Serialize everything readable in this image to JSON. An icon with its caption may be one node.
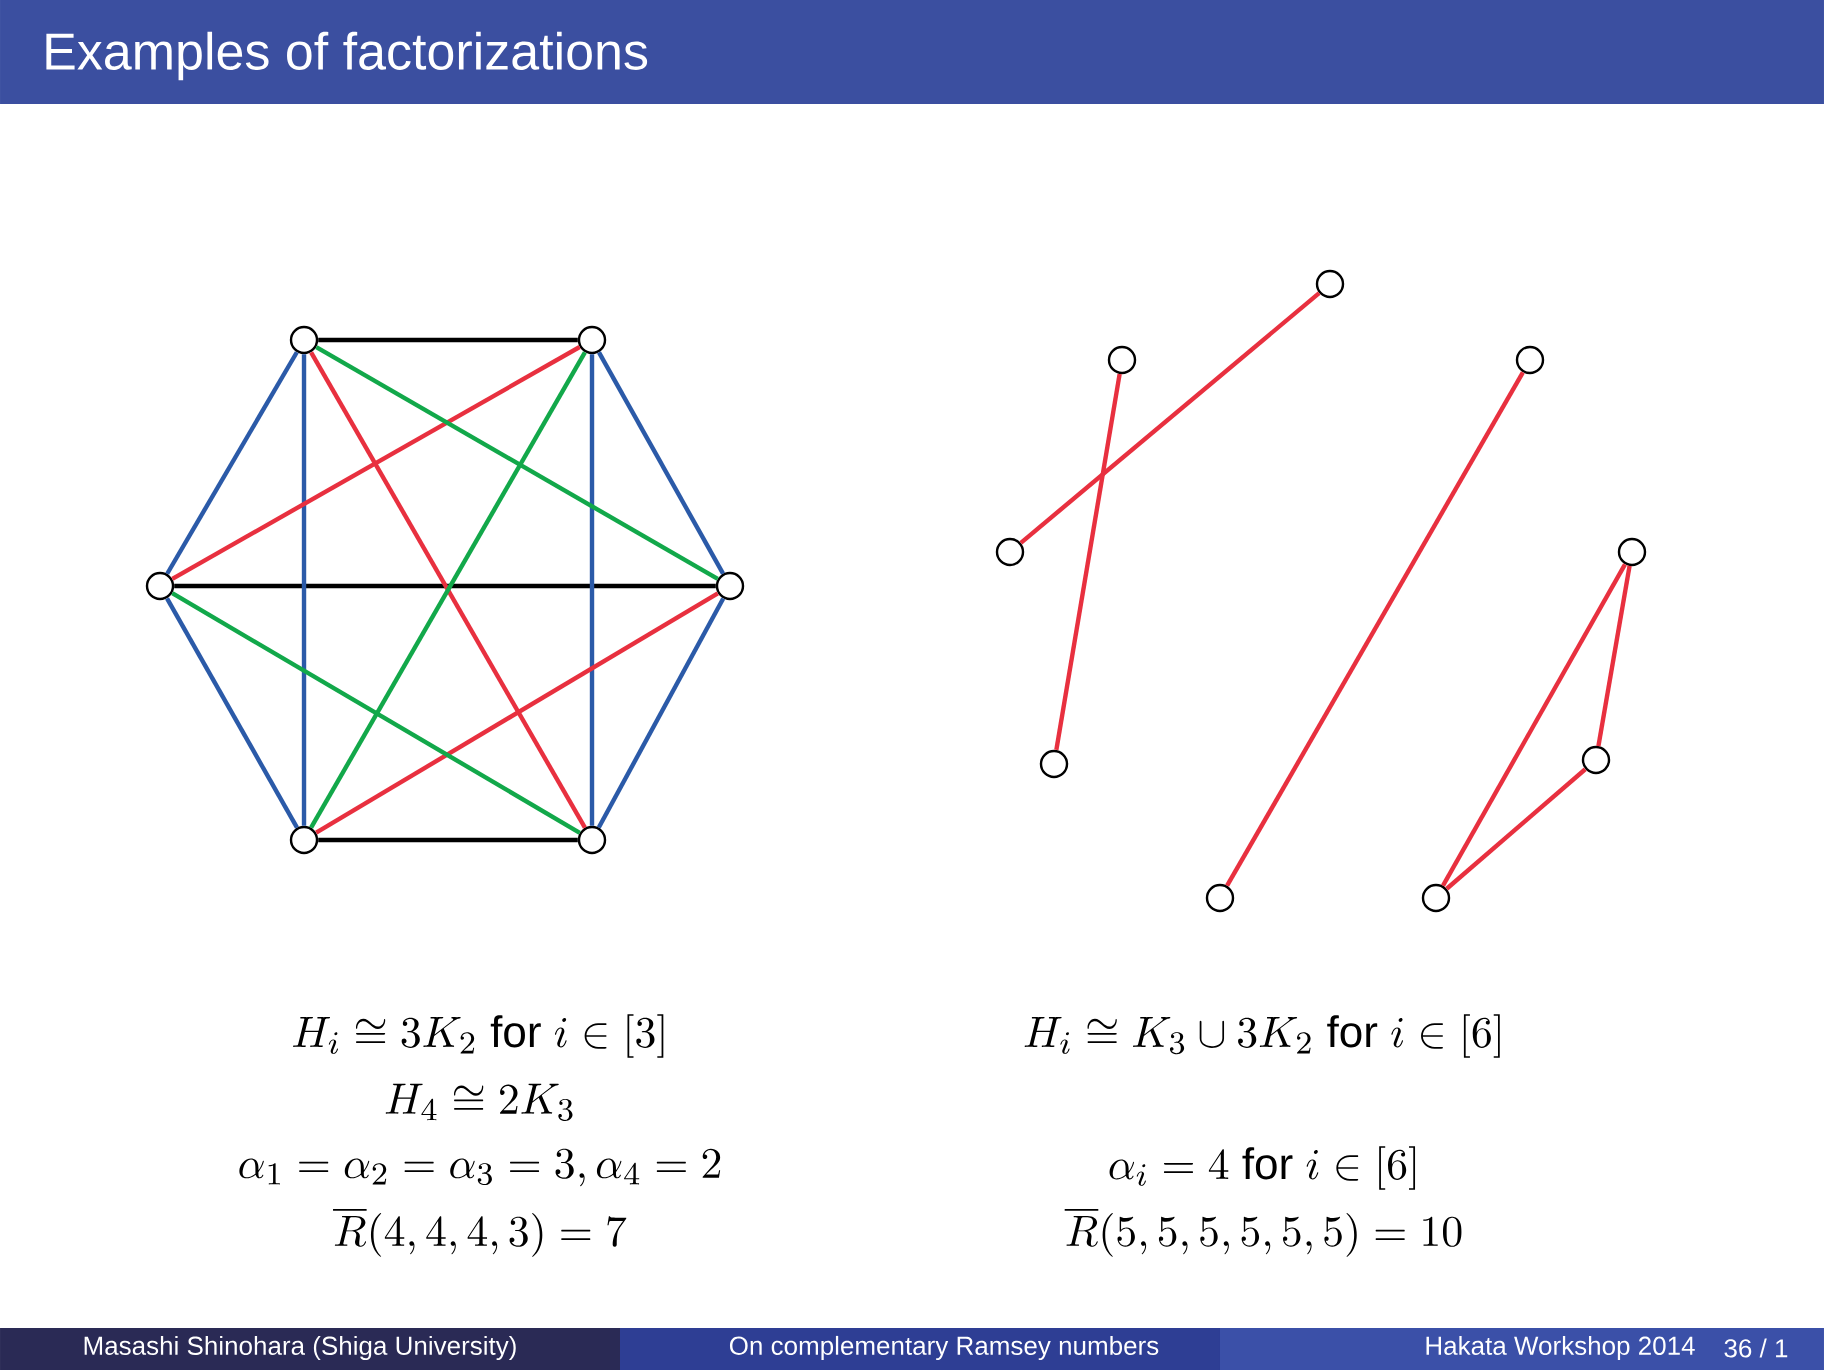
{
  "diagram": {
    "title": "Examples of factorizations",
    "nodes": [
      {
        "text": [],
        "shape": "circle"
      },
      {
        "text": [],
        "shape": "circle"
      },
      {
        "text": [],
        "shape": "circle"
      },
      {
        "text": [],
        "shape": "circle"
      },
      {
        "text": [],
        "shape": "circle"
      },
      {
        "text": [],
        "shape": "circle"
      },
      {
        "text": [],
        "shape": "circle"
      },
      {
        "text": [],
        "shape": "circle"
      },
      {
        "text": [],
        "shape": "circle"
      },
      {
        "text": [],
        "shape": "circle"
      },
      {
        "text": [],
        "shape": "circle"
      },
      {
        "text": [],
        "shape": "circle"
      },
      {
        "text": [],
        "shape": "circle"
      },
      {
        "text": [],
        "shape": "circle"
      },
      {
        "text": [],
        "shape": "circle"
      }
    ],
    "edges": [
      {
        "from": 0,
        "to": 1,
        "arrow": "none",
        "color": "#000000"
      },
      {
        "from": 2,
        "to": 3,
        "arrow": "none",
        "color": "#000000"
      },
      {
        "from": 4,
        "to": 5,
        "arrow": "none",
        "color": "#000000"
      },
      {
        "from": 2,
        "to": 0,
        "arrow": "none",
        "color": "#2b5aa8"
      },
      {
        "from": 0,
        "to": 4,
        "arrow": "none",
        "color": "#2b5aa8"
      },
      {
        "from": 4,
        "to": 2,
        "arrow": "none",
        "color": "#2b5aa8"
      },
      {
        "from": 1,
        "to": 3,
        "arrow": "none",
        "color": "#2b5aa8"
      },
      {
        "from": 3,
        "to": 5,
        "arrow": "none",
        "color": "#2b5aa8"
      },
      {
        "from": 1,
        "to": 5,
        "arrow": "none",
        "color": "#2b5aa8"
      },
      {
        "from": 2,
        "to": 1,
        "arrow": "none"
      },
      {
        "from": 0,
        "to": 5,
        "arrow": "none"
      },
      {
        "from": 4,
        "to": 3,
        "arrow": "none"
      },
      {
        "from": 0,
        "to": 3,
        "arrow": "none",
        "color": "#12a84a"
      },
      {
        "from": 1,
        "to": 4,
        "arrow": "none",
        "color": "#12a84a"
      },
      {
        "from": 2,
        "to": 5,
        "arrow": "none",
        "color": "#12a84a"
      },
      {
        "from": 6,
        "to": 9,
        "arrow": "none"
      },
      {
        "from": 7,
        "to": 11,
        "arrow": "none"
      },
      {
        "from": 8,
        "to": 13,
        "arrow": "none"
      },
      {
        "from": 10,
        "to": 12,
        "arrow": "none"
      },
      {
        "from": 10,
        "to": 14,
        "arrow": "none"
      },
      {
        "from": 12,
        "to": 14,
        "arrow": "none"
      }
    ],
    "labels": [
      "H_i \\cong 3K_2 \\text{ for } i \\in [3]",
      "H_i \\cong K_3 \\cup 3K_2 \\text{ for } i \\in [6]",
      "H_4 \\cong 2K_3",
      "\\alpha_1 = \\alpha_2 = \\alpha_3 = 3, \\alpha_4 = 2",
      "\\alpha_i = 4 \\text{ for } i \\in [6]",
      "\\overline{R}(4,4,4,3) = 7",
      "\\overline{R}(5,5,5,5,5,5) = 10",
      "Masashi Shinohara (Shiga University)",
      "On complementary Ramsey numbers",
      "Hakata Workshop 2014",
      "36 / 1"
    ]
  }
}
